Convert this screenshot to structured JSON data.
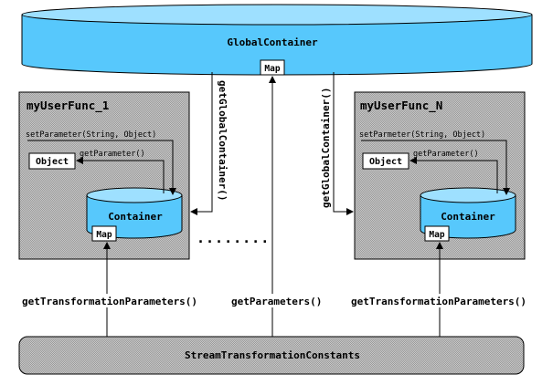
{
  "global_container": {
    "label": "GlobalContainer",
    "map_label": "Map"
  },
  "func_1": {
    "title": "myUserFunc_1",
    "set_param": "setParameter(String, Object)",
    "get_param": "getParameter()",
    "object_label": "Object",
    "container_label": "Container",
    "map_label": "Map"
  },
  "func_n": {
    "title": "myUserFunc_N",
    "set_param": "setParmeter(String, Object)",
    "get_param": "getParameter()",
    "object_label": "Object",
    "container_label": "Container",
    "map_label": "Map"
  },
  "arrows": {
    "get_global_left": "getGlobalContainer()",
    "get_global_right": "getGlobalContainer()",
    "get_transform_left": "getTransformationParameters()",
    "get_params_mid": "getParameters()",
    "get_transform_right": "getTransformationParameters()"
  },
  "stream_constants": {
    "label": "StreamTransformationConstants"
  },
  "colors": {
    "container_fill": "#57c8fc",
    "container_top": "#9ee0ff",
    "func_box_fill": "#b5b5b5",
    "stream_fill": "#b5b5b5",
    "stroke": "#000000"
  }
}
